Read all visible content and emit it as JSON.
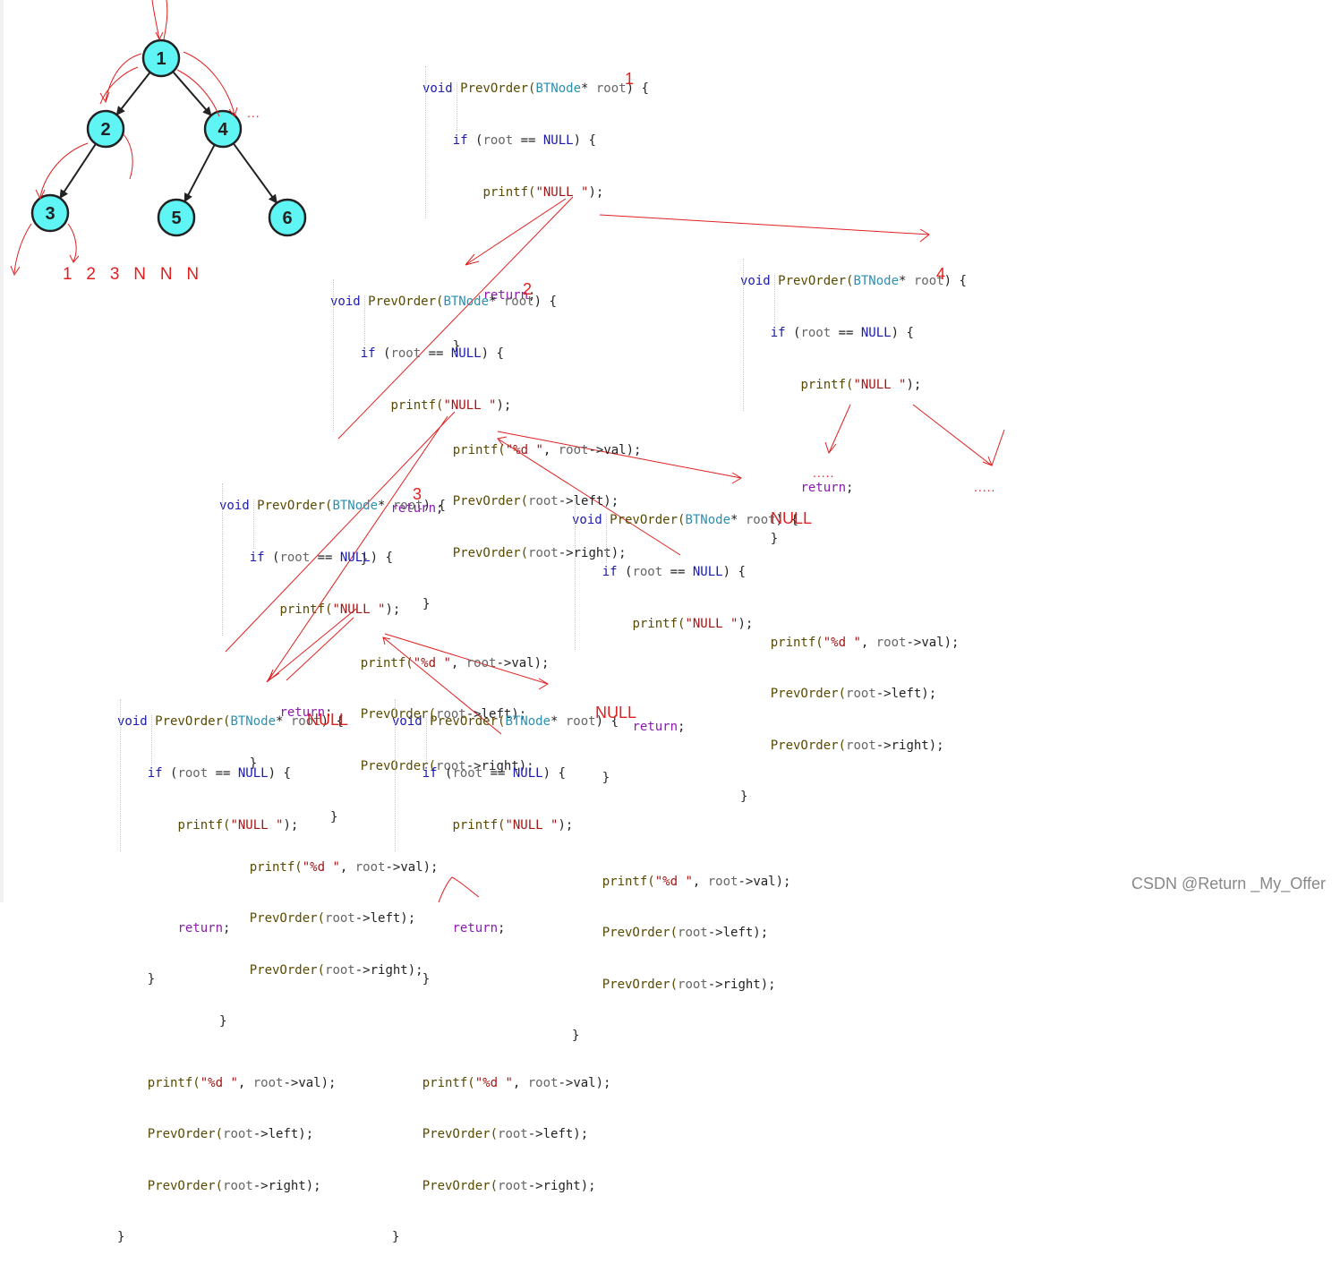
{
  "tree": {
    "nodes": [
      {
        "id": "n1",
        "label": "1"
      },
      {
        "id": "n2",
        "label": "2"
      },
      {
        "id": "n4",
        "label": "4"
      },
      {
        "id": "n3",
        "label": "3"
      },
      {
        "id": "n5",
        "label": "5"
      },
      {
        "id": "n6",
        "label": "6"
      }
    ],
    "edges": [
      [
        "n1",
        "n2"
      ],
      [
        "n1",
        "n4"
      ],
      [
        "n2",
        "n3"
      ],
      [
        "n4",
        "n5"
      ],
      [
        "n4",
        "n6"
      ]
    ],
    "fill_color": "#5ff5f5",
    "stroke_color": "#222222"
  },
  "traversal_output": [
    "1",
    "2",
    "3",
    "N",
    "N",
    "N"
  ],
  "code": {
    "sig_void": "void",
    "sig_fn": " PrevOrder(",
    "sig_type": "BTNode",
    "sig_ptr": "* ",
    "sig_param": "root",
    "sig_end": ") {",
    "if_kw": "if",
    "if_open": " (",
    "if_var": "root",
    "if_eq": " == ",
    "if_null": "NULL",
    "if_close": ") {",
    "printf_null_a": "printf(",
    "printf_null_str": "\"NULL \"",
    "printf_null_b": ");",
    "return_kw": "return",
    "return_end": ";",
    "close_brace": "}",
    "printf_val_a": "printf(",
    "printf_val_fmt": "\"%d \"",
    "printf_val_b": ", ",
    "printf_val_var": "root",
    "printf_val_c": "->val);",
    "left_a": "PrevOrder(",
    "left_var": "root",
    "left_b": "->left);",
    "right_a": "PrevOrder(",
    "right_var": "root",
    "right_b": "->right);"
  },
  "annotations": {
    "a1": "1",
    "a2": "2",
    "a3": "3",
    "a4": "4",
    "null1": "NULL",
    "null2": "NULL",
    "null3": "NULL",
    "tree_dots": "...",
    "dots1": ".....",
    "dots2": "....."
  },
  "colors": {
    "annotation": "#e02020",
    "keyword": "#1a1ab0",
    "type": "#2a8fb0",
    "return": "#8a1ab0",
    "string": "#a31515"
  },
  "watermark": "CSDN @Return _My_Offer"
}
